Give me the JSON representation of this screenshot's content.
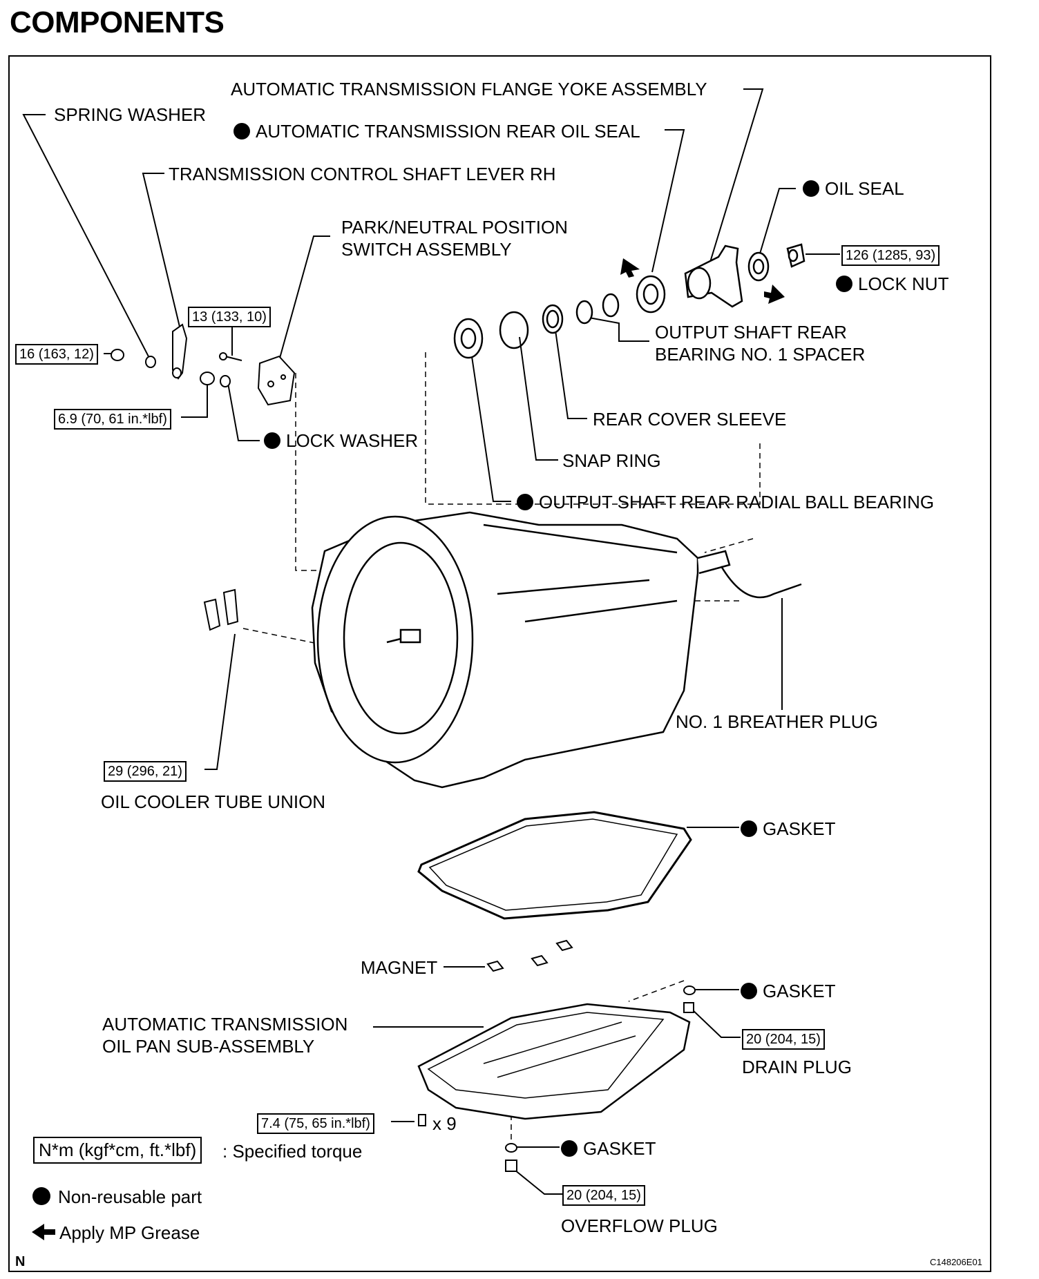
{
  "title": "COMPONENTS",
  "labels": {
    "spring_washer": "SPRING WASHER",
    "flange_yoke": "AUTOMATIC TRANSMISSION FLANGE YOKE ASSEMBLY",
    "rear_oil_seal": "AUTOMATIC TRANSMISSION REAR OIL SEAL",
    "control_lever": "TRANSMISSION CONTROL SHAFT LEVER RH",
    "oil_seal": "OIL SEAL",
    "pnp_switch_1": "PARK/NEUTRAL POSITION",
    "pnp_switch_2": "SWITCH ASSEMBLY",
    "lock_nut": "LOCK NUT",
    "spacer_1": "OUTPUT SHAFT REAR",
    "spacer_2": "BEARING NO. 1 SPACER",
    "rear_cover_sleeve": "REAR COVER SLEEVE",
    "lock_washer": "LOCK WASHER",
    "snap_ring": "SNAP RING",
    "radial_bearing": "OUTPUT SHAFT REAR RADIAL BALL BEARING",
    "breather_plug": "NO. 1 BREATHER PLUG",
    "oil_cooler_union": "OIL COOLER TUBE UNION",
    "gasket_pan": "GASKET",
    "magnet": "MAGNET",
    "gasket_drain": "GASKET",
    "oil_pan_1": "AUTOMATIC TRANSMISSION",
    "oil_pan_2": "OIL PAN SUB-ASSEMBLY",
    "drain_plug": "DRAIN PLUG",
    "gasket_overflow": "GASKET",
    "overflow_plug": "OVERFLOW PLUG",
    "bolt_count": "x 9"
  },
  "torques": {
    "lock_nut": "126 (1285, 93)",
    "switch_bolt": "13 (133, 10)",
    "spring_washer_nut": "16 (163, 12)",
    "lever_nut": "6.9 (70, 61 in.*lbf)",
    "cooler_union": "29 (296, 21)",
    "drain_plug": "20 (204, 15)",
    "pan_bolt": "7.4 (75, 65 in.*lbf)",
    "overflow_plug": "20 (204, 15)"
  },
  "legend": {
    "torque_unit": "N*m (kgf*cm, ft.*lbf)",
    "torque_desc": ": Specified torque",
    "non_reusable": "Non-reusable part",
    "grease": "Apply MP Grease"
  },
  "footer": {
    "north": "N",
    "code": "C148206E01"
  }
}
